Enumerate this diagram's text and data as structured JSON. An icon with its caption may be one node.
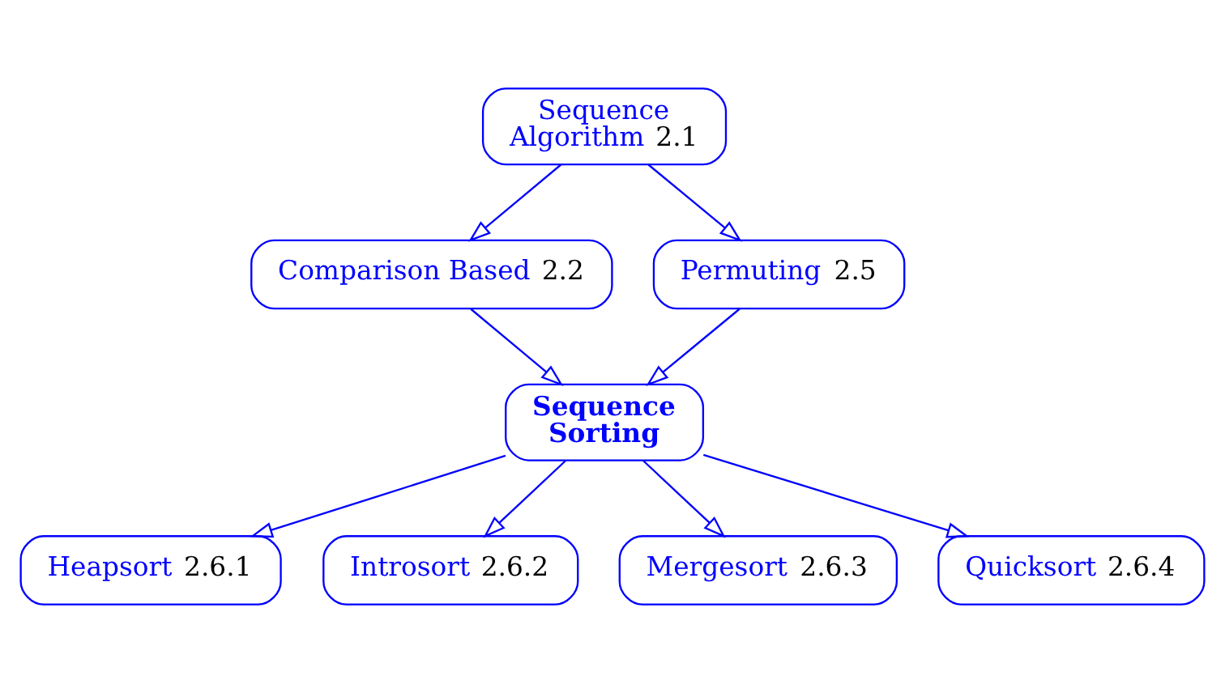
{
  "diagram": {
    "nodes": [
      {
        "text": [
          "Sequence Algorithm 2.1"
        ]
      },
      {
        "text": [
          "Comparison Based 2.2"
        ]
      },
      {
        "text": [
          "Permuting 2.5"
        ]
      },
      {
        "text": [
          "Sequence Sorting"
        ]
      },
      {
        "text": [
          "Heapsort 2.6.1"
        ]
      },
      {
        "text": [
          "Introsort 2.6.2"
        ]
      },
      {
        "text": [
          "Mergesort 2.6.3"
        ]
      },
      {
        "text": [
          "Quicksort 2.6.4"
        ]
      }
    ],
    "edges": [
      {
        "from": 0,
        "to": 1,
        "arrow": "to"
      },
      {
        "from": 0,
        "to": 2,
        "arrow": "to"
      },
      {
        "from": 1,
        "to": 3,
        "arrow": "to"
      },
      {
        "from": 2,
        "to": 3,
        "arrow": "to"
      },
      {
        "from": 3,
        "to": 4,
        "arrow": "to"
      },
      {
        "from": 3,
        "to": 5,
        "arrow": "to"
      },
      {
        "from": 3,
        "to": 6,
        "arrow": "to"
      },
      {
        "from": 3,
        "to": 7,
        "arrow": "to"
      }
    ]
  }
}
